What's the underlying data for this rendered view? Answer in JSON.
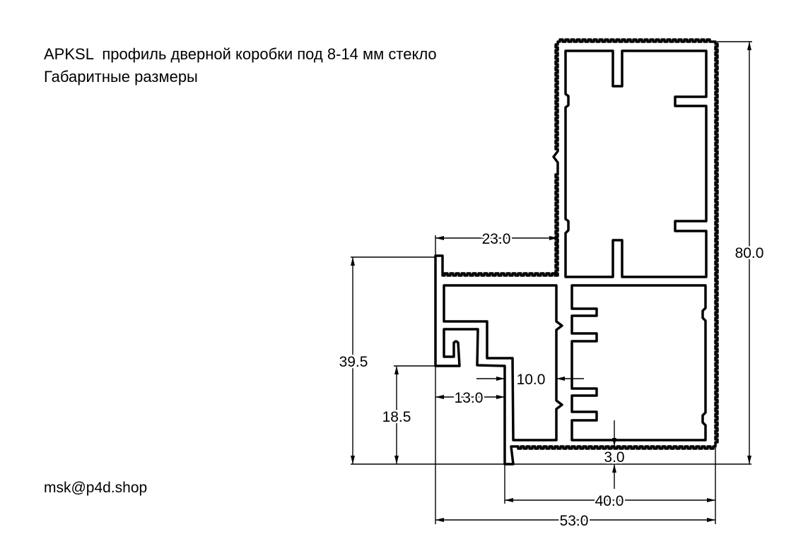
{
  "header": {
    "title": "APKSL  профиль дверной коробки под 8-14 мм стекло",
    "subtitle": "Габаритные размеры"
  },
  "contact": {
    "email": "msk@p4d.shop"
  },
  "dimensions": {
    "d23": "23.0",
    "d39_5": "39.5",
    "d18_5": "18.5",
    "d13": "13.0",
    "d10": "10.0",
    "d3": "3.0",
    "d40": "40.0",
    "d53": "53.0",
    "d80": "80.0"
  }
}
